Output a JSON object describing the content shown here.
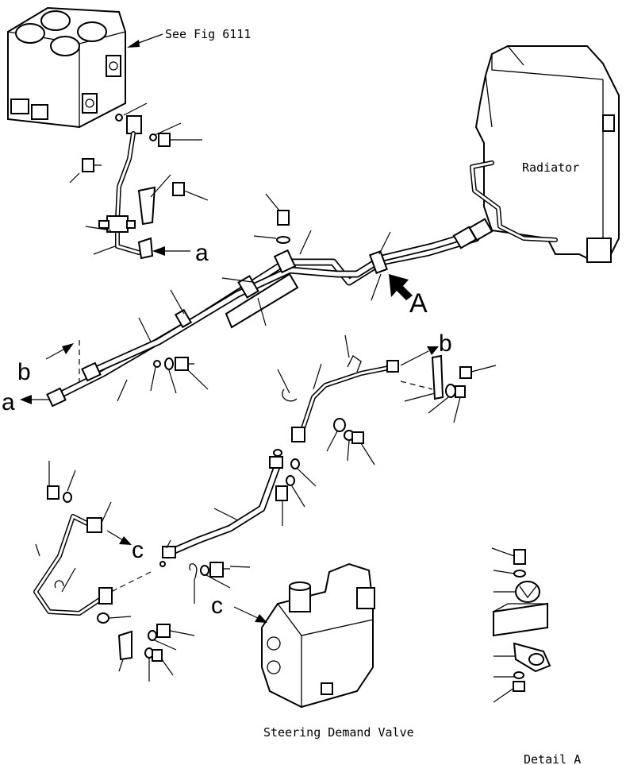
{
  "diagram": {
    "labels": {
      "see_fig": "See Fig 6111",
      "radiator": "Radiator",
      "steering_valve": "Steering Demand Valve",
      "detail": "Detail A"
    },
    "markers": {
      "a_top": "a",
      "a_left": "a",
      "b_left": "b",
      "b_right": "b",
      "c_left": "c",
      "c_valve": "c",
      "A_arrow": "A"
    }
  }
}
